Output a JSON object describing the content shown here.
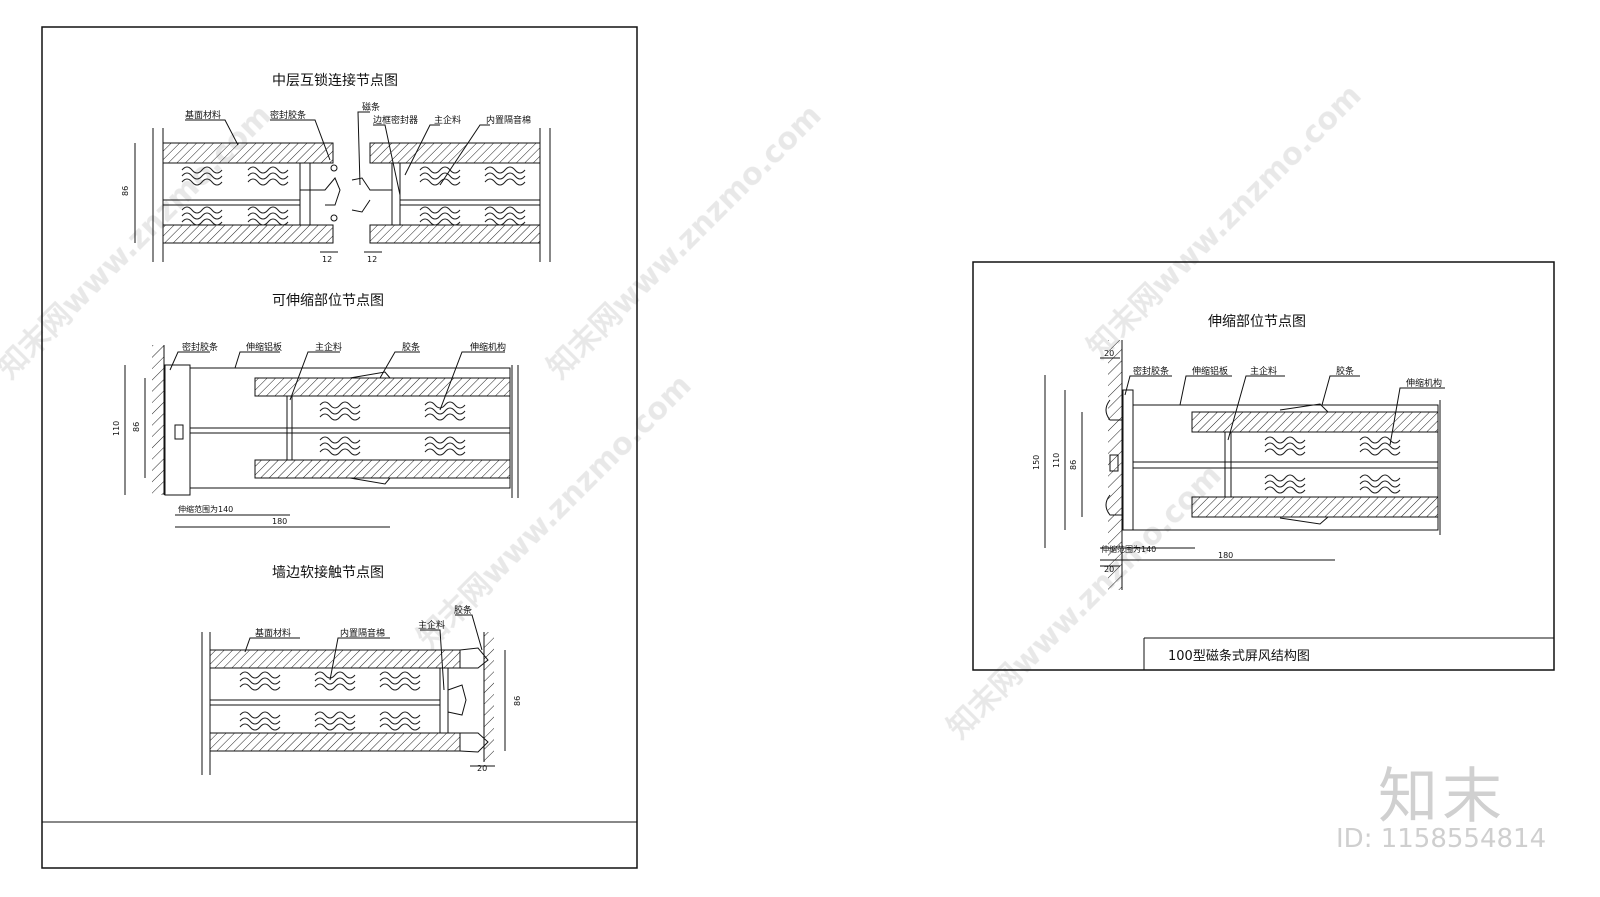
{
  "sheet1": {
    "view1": {
      "title": "中层互锁连接节点图",
      "labels": [
        "基面材料",
        "密封胶条",
        "磁条",
        "边框密封器",
        "主企料",
        "内置隔音棉"
      ],
      "dims": [
        "86",
        "12",
        "12"
      ]
    },
    "view2": {
      "title": "可伸缩部位节点图",
      "labels": [
        "密封胶条",
        "伸缩铝板",
        "主企料",
        "胶条",
        "伸缩机构"
      ],
      "dims": [
        "110",
        "86",
        "伸缩范围为140",
        "180"
      ]
    },
    "view3": {
      "title": "墙边软接触节点图",
      "labels": [
        "基面材料",
        "内置隔音棉",
        "主企料",
        "胶条"
      ],
      "dims": [
        "86",
        "20"
      ]
    }
  },
  "sheet2": {
    "view": {
      "title": "伸缩部位节点图",
      "labels": [
        "密封胶条",
        "伸缩铝板",
        "主企料",
        "胶条",
        "伸缩机构"
      ],
      "dims": [
        "20",
        "150",
        "110",
        "86",
        "伸缩范围为140",
        "180",
        "20"
      ]
    },
    "title_block": "100型磁条式屏风结构图"
  },
  "watermark": {
    "site": "知末网www.znzmo.com",
    "brand": "知末",
    "id": "ID: 1158554814"
  }
}
